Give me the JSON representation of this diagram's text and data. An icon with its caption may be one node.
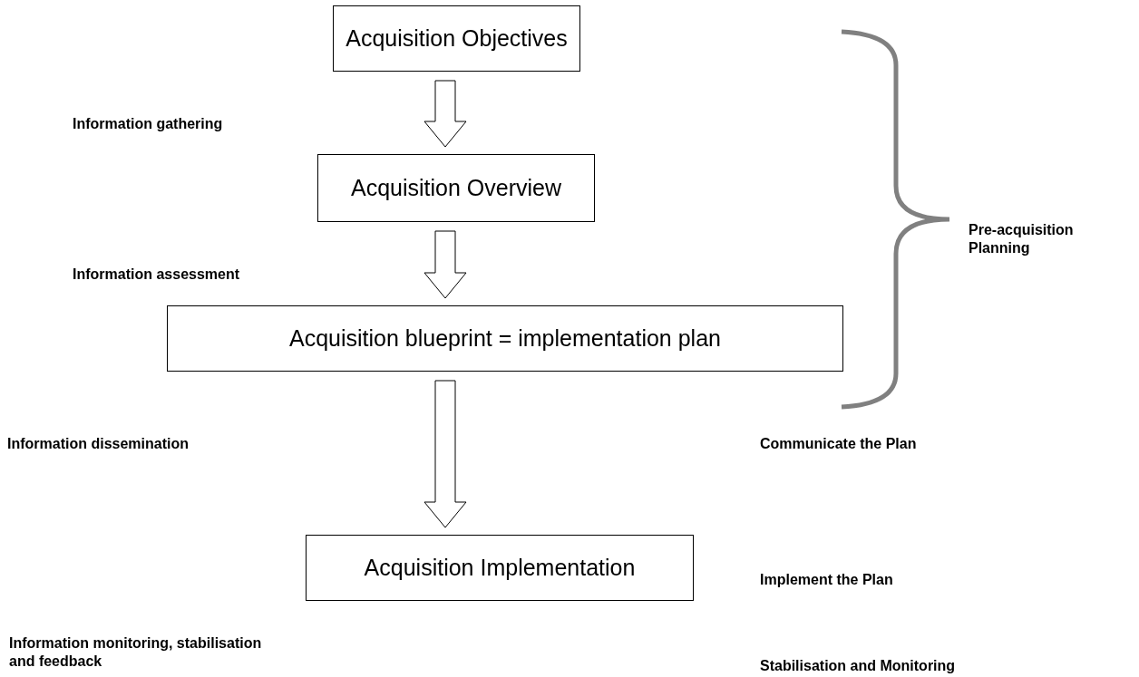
{
  "diagram": {
    "nodes": [
      {
        "text": [
          "Acquisition Objectives"
        ]
      },
      {
        "text": [
          "Acquisition Overview"
        ]
      },
      {
        "text": [
          "Acquisition blueprint = implementation plan"
        ]
      },
      {
        "text": [
          "Acquisition Implementation"
        ]
      }
    ],
    "edges": [
      {
        "from": 0,
        "to": 1,
        "arrow": "to"
      },
      {
        "from": 1,
        "to": 2,
        "arrow": "to"
      },
      {
        "from": 2,
        "to": 3,
        "arrow": "to"
      }
    ],
    "labels": [
      "Information gathering",
      "Information assessment",
      "Pre-acquisition Planning",
      "Information dissemination",
      "Communicate the Plan",
      "Implement the Plan",
      "Information monitoring, stabilisation and feedback",
      "Stabilisation and Monitoring"
    ]
  }
}
